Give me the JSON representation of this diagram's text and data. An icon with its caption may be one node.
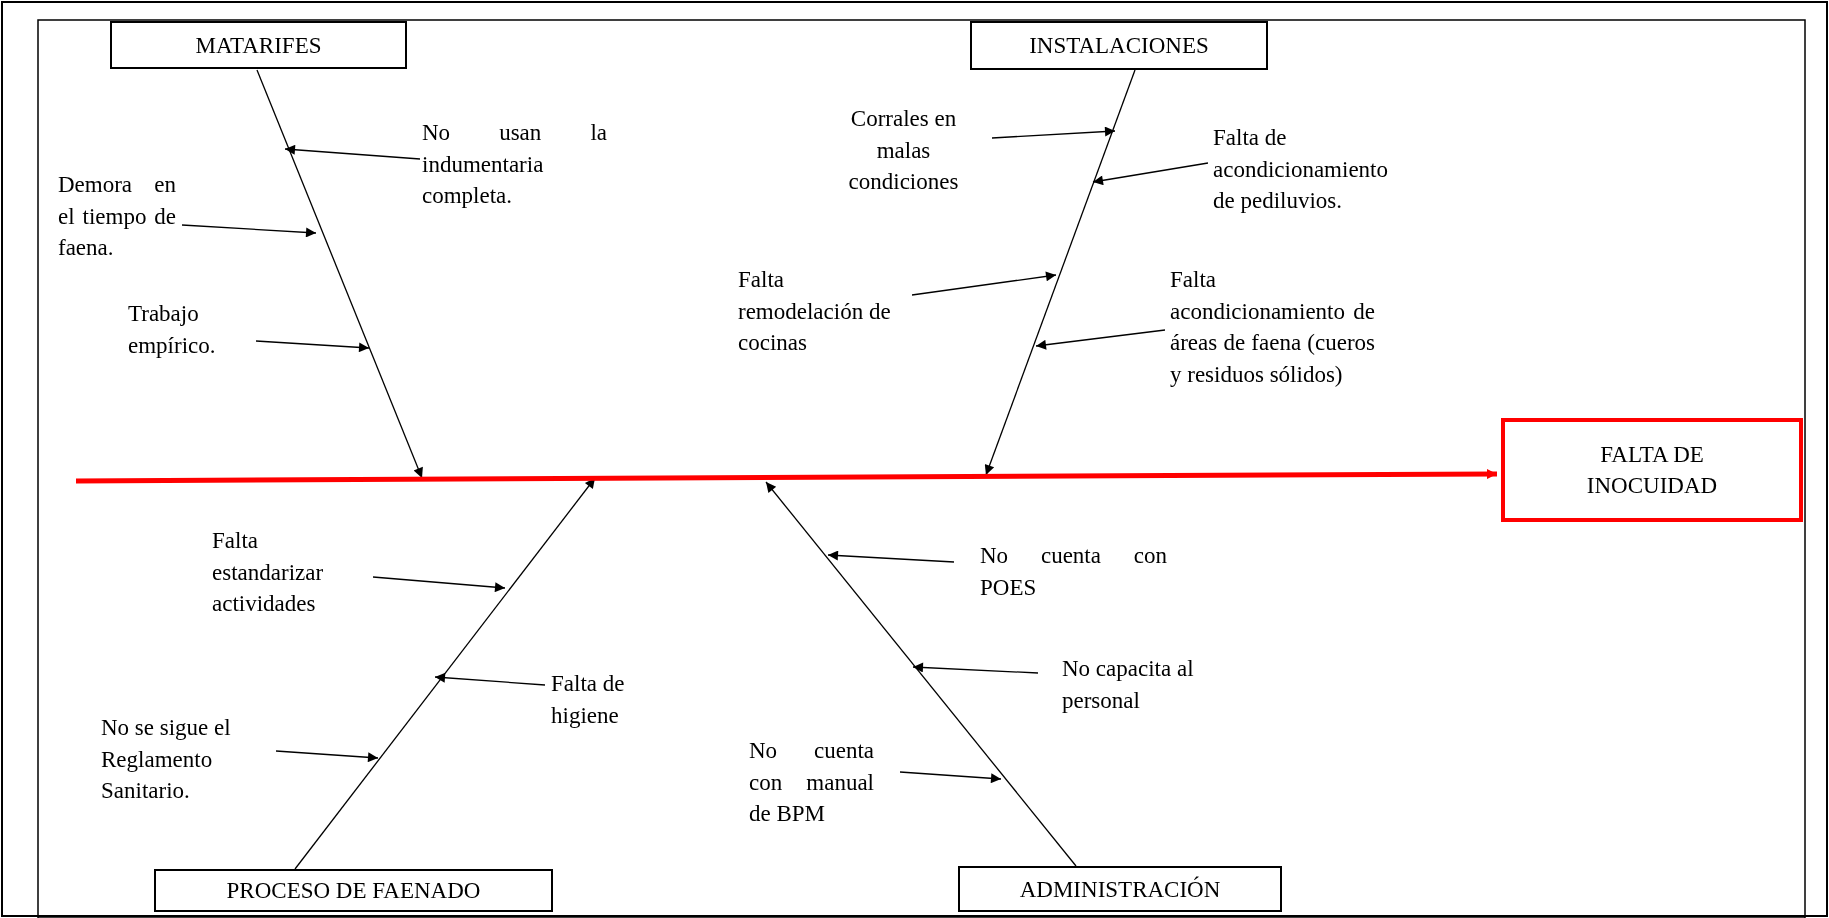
{
  "diagram": {
    "nodes": [
      {
        "text": [
          "MATARIFES"
        ]
      },
      {
        "text": [
          "INSTALACIONES"
        ]
      },
      {
        "text": [
          "PROCESO DE FAENADO"
        ]
      },
      {
        "text": [
          "ADMINISTRACIÓN"
        ]
      },
      {
        "text": [
          "FALTA DE INOCUIDAD"
        ]
      },
      {
        "text": [
          "No usan la indumentaria completa."
        ]
      },
      {
        "text": [
          "Demora en el tiempo de faena."
        ]
      },
      {
        "text": [
          "Trabajo empírico."
        ]
      },
      {
        "text": [
          "Corrales en malas condiciones"
        ]
      },
      {
        "text": [
          "Falta de acondicionamiento de pediluvios."
        ]
      },
      {
        "text": [
          "Falta remodelación de cocinas"
        ]
      },
      {
        "text": [
          "Falta acondicionamiento de áreas de faena (cueros y residuos sólidos)"
        ]
      },
      {
        "text": [
          "Falta estandarizar actividades"
        ]
      },
      {
        "text": [
          "Falta de higiene"
        ]
      },
      {
        "text": [
          "No se sigue el Reglamento Sanitario."
        ]
      },
      {
        "text": [
          "No cuenta con POES"
        ]
      },
      {
        "text": [
          "No capacita al personal"
        ]
      },
      {
        "text": [
          "No cuenta con manual de BPM"
        ]
      }
    ],
    "edges": [
      {
        "from": 0,
        "to": null,
        "arrow": "to"
      },
      {
        "from": 1,
        "to": null,
        "arrow": "to"
      },
      {
        "from": 2,
        "to": null,
        "arrow": "to"
      },
      {
        "from": 3,
        "to": null,
        "arrow": "to"
      },
      {
        "from": null,
        "to": 4,
        "arrow": "to",
        "style": "thick",
        "color": "#ff0000"
      },
      {
        "from": 5,
        "to": null,
        "arrow": "to"
      },
      {
        "from": 6,
        "to": null,
        "arrow": "to"
      },
      {
        "from": 7,
        "to": null,
        "arrow": "to"
      },
      {
        "from": 8,
        "to": null,
        "arrow": "to"
      },
      {
        "from": 9,
        "to": null,
        "arrow": "to"
      },
      {
        "from": 10,
        "to": null,
        "arrow": "to"
      },
      {
        "from": 11,
        "to": null,
        "arrow": "to"
      },
      {
        "from": 12,
        "to": null,
        "arrow": "to"
      },
      {
        "from": 13,
        "to": null,
        "arrow": "to"
      },
      {
        "from": 14,
        "to": null,
        "arrow": "to"
      },
      {
        "from": 15,
        "to": null,
        "arrow": "to"
      },
      {
        "from": 16,
        "to": null,
        "arrow": "to"
      },
      {
        "from": 17,
        "to": null,
        "arrow": "to"
      }
    ]
  }
}
